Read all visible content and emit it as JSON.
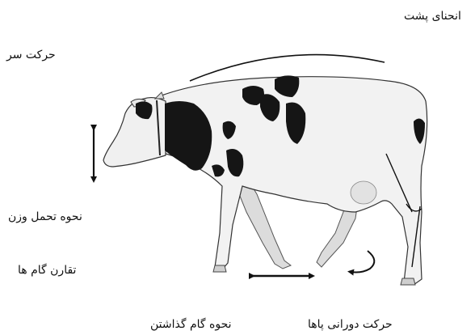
{
  "labels": {
    "back_curvature": "انحنای پشت",
    "head_movement": "حرکت سر",
    "weight_bearing": "نحوه تحمل وزن",
    "step_symmetry": "تقارن گام ها",
    "foot_placement": "نحوه گام گذاشتن",
    "leg_rotation": "حرکت دورانی پاها"
  },
  "colors": {
    "cow_body": "#f2f2f2",
    "cow_patches": "#151515",
    "annotation": "#111111"
  }
}
